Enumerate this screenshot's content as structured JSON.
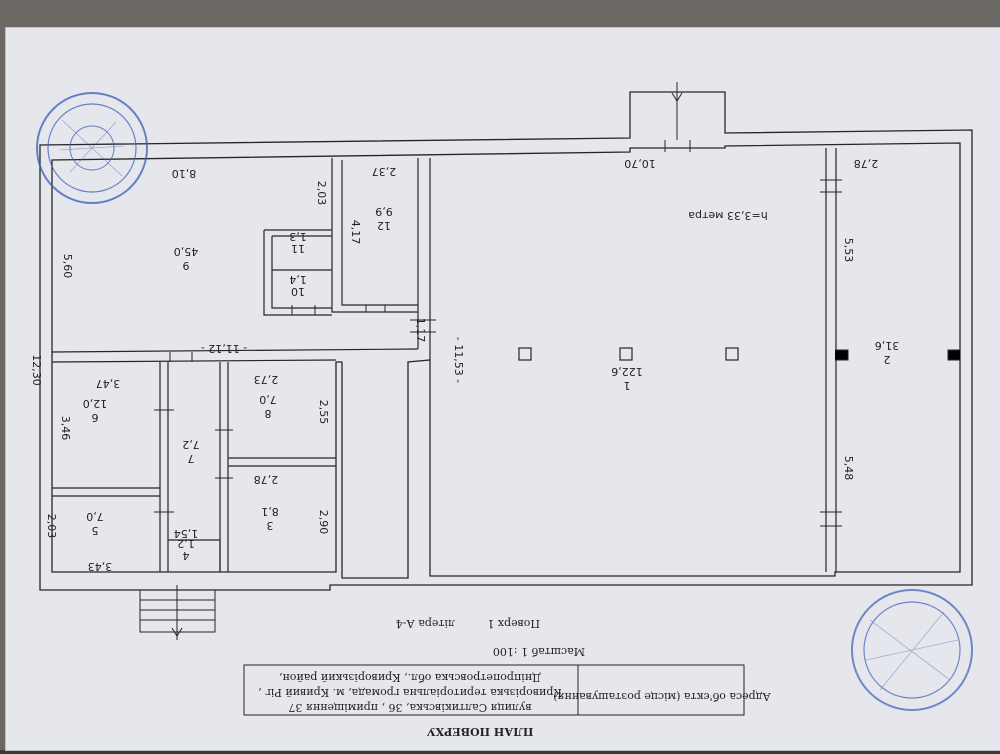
{
  "title_block": {
    "heading": "ПЛАН ПОВЕРХУ",
    "address_caption": "Адреса об'єкта (місце розташування)",
    "address_line1": "Дніпропетровська обл., Криворізький район,",
    "address_line2": "Криворізька територіальна громада, м. Кривий Ріг ,",
    "address_line3": "вулиця Салтиківська, 36 , приміщення 37"
  },
  "meta": {
    "scale": "Масштаб 1 :100",
    "floor": "Поверх 1",
    "letter": "літера А-4"
  },
  "ceiling_height": "h=3,33 метра",
  "rooms": [
    {
      "id": "1",
      "area": "122,6"
    },
    {
      "id": "2",
      "area": "31,6"
    },
    {
      "id": "3",
      "area": "8,1"
    },
    {
      "id": "4",
      "area": "1,2"
    },
    {
      "id": "5",
      "area": "7,0"
    },
    {
      "id": "6",
      "area": "12,0"
    },
    {
      "id": "7",
      "area": "7,2"
    },
    {
      "id": "8",
      "area": "7,0"
    },
    {
      "id": "9",
      "area": "45,0"
    },
    {
      "id": "10",
      "area": "1,4"
    },
    {
      "id": "11",
      "area": "1,3"
    },
    {
      "id": "12",
      "area": "9,9"
    }
  ],
  "dimensions": {
    "d1070": "10,70",
    "d278a": "2,78",
    "d553": "5,53",
    "d548": "5,48",
    "d1153": "- 11,53 -",
    "d117": "1,17",
    "d417": "4,17",
    "d237": "2,37",
    "d810": "8,10",
    "d203a": "2,03",
    "d560": "5,60",
    "d1112": "- 11,12 -",
    "d1230": "12,30",
    "d347": "3,47",
    "d346": "3,46",
    "d273": "2,73",
    "d255": "2,55",
    "d278b": "2,78",
    "d290": "2,90",
    "d154": "1,54",
    "d343": "3,43",
    "d203b": "2,03"
  },
  "colors": {
    "ink": "#262626",
    "paper": "#e6e7ec",
    "stamp": "#3b5fb8"
  }
}
